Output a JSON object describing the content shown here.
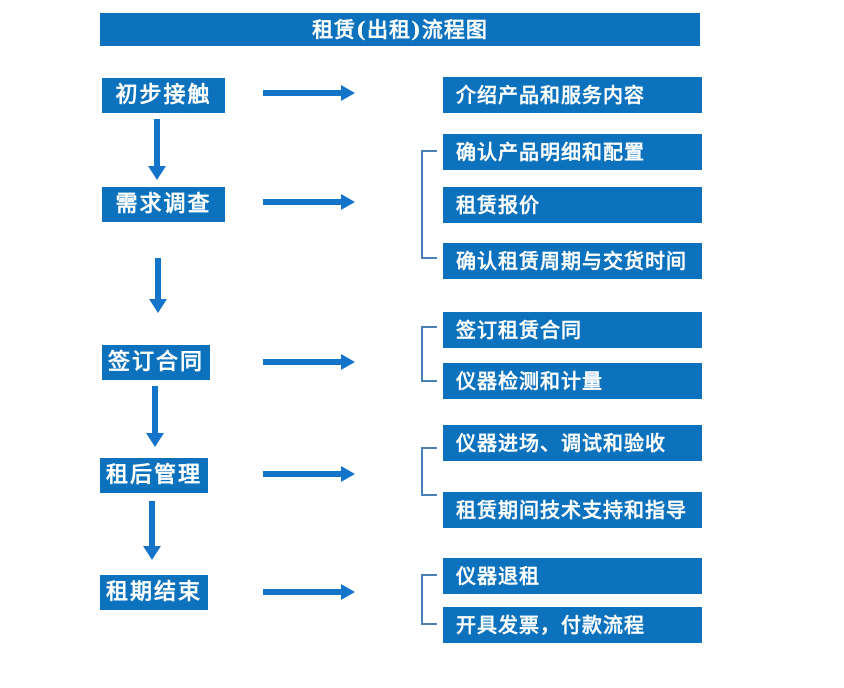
{
  "title": "租赁(出租)流程图",
  "colors": {
    "box_fill": "#0d72bd",
    "arrow": "#1374c9",
    "bracket": "#4a80b8",
    "text": "#ffffff",
    "background": "#ffffff"
  },
  "flow": {
    "stages": [
      {
        "label": "初步接触",
        "outputs": [
          "介绍产品和服务内容"
        ]
      },
      {
        "label": "需求调查",
        "outputs": [
          "确认产品明细和配置",
          "租赁报价",
          "确认租赁周期与交货时间"
        ]
      },
      {
        "label": "签订合同",
        "outputs": [
          "签订租赁合同",
          "仪器检测和计量"
        ]
      },
      {
        "label": "租后管理",
        "outputs": [
          "仪器进场、调试和验收",
          "租赁期间技术支持和指导"
        ]
      },
      {
        "label": "租期结束",
        "outputs": [
          "仪器退租",
          "开具发票，付款流程"
        ]
      }
    ]
  }
}
